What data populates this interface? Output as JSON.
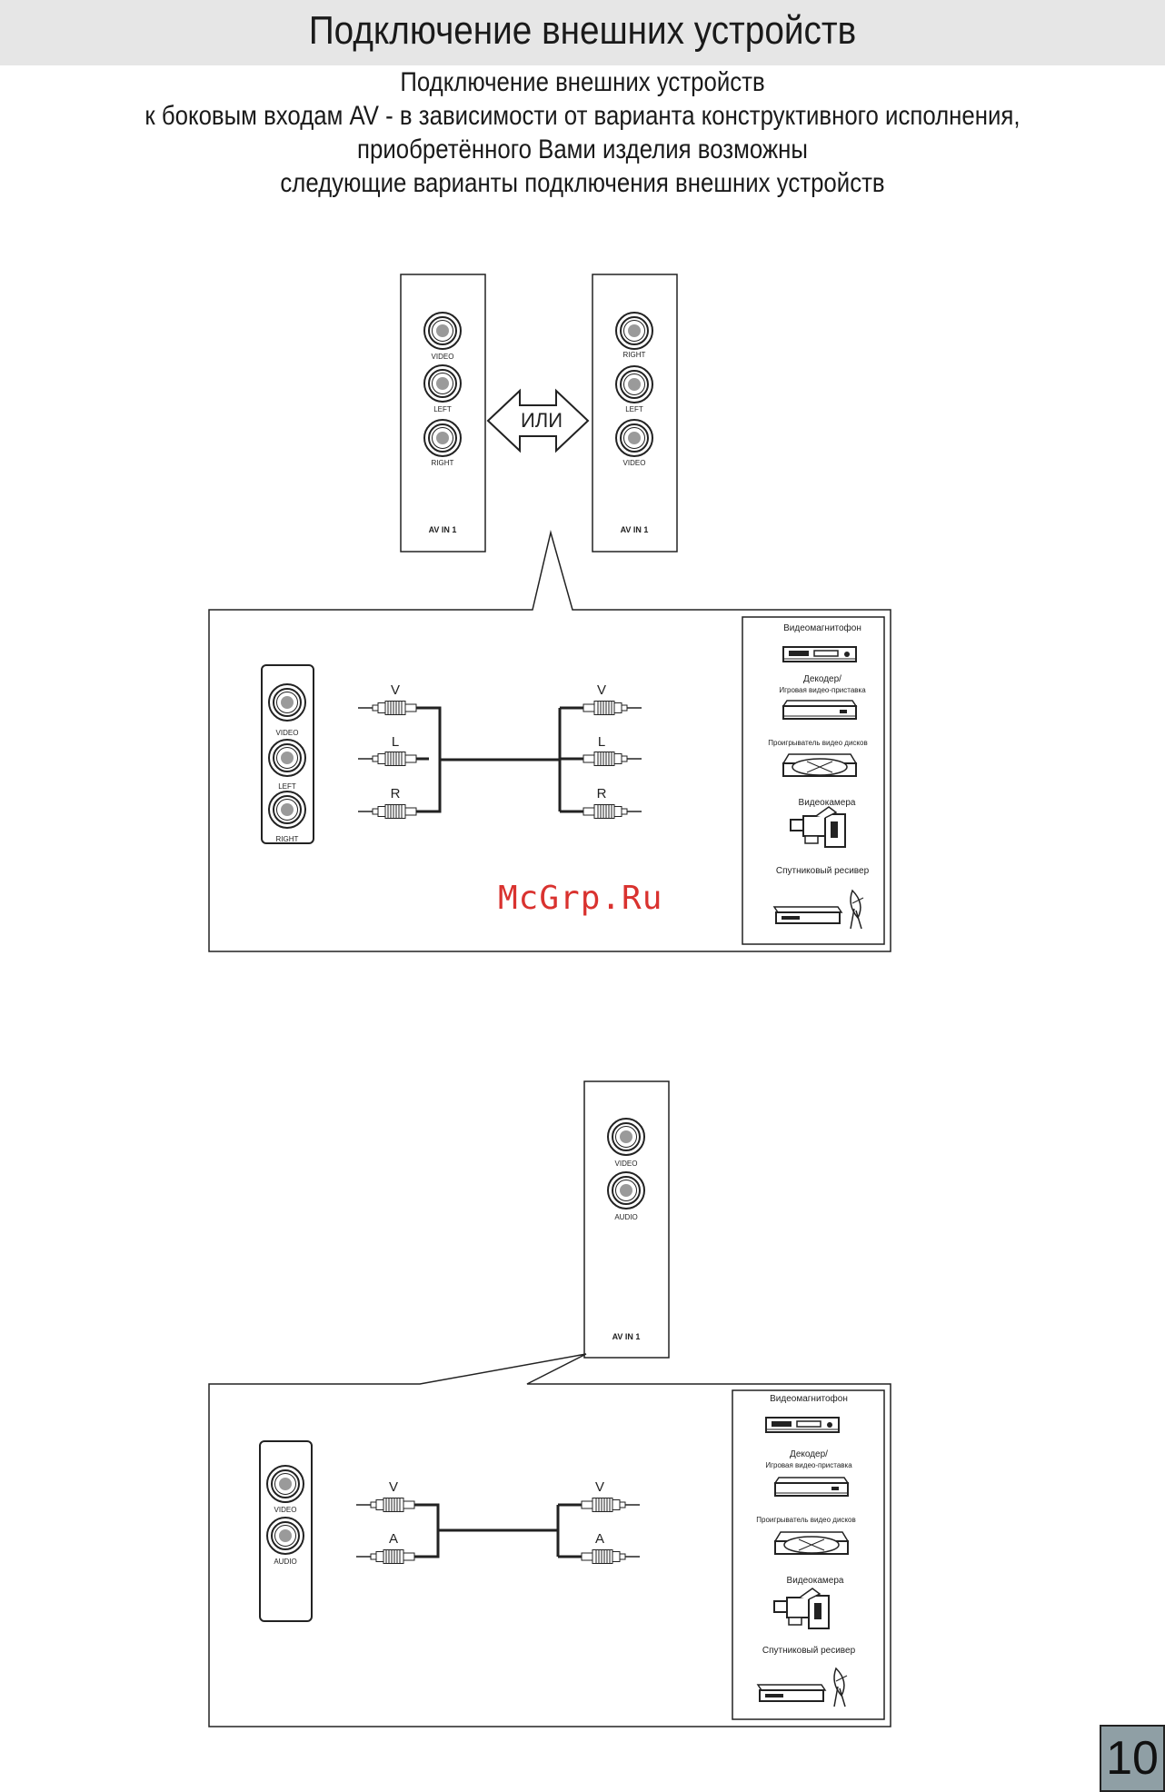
{
  "header": {
    "title": "Подключение внешних устройств"
  },
  "intro": {
    "lines": [
      "Подключение внешних устройств",
      "к боковым входам AV - в зависимости от варианта конструктивного исполнения,",
      "приобретённого Вами изделия возможны",
      "следующие варианты подключения внешних устройств"
    ]
  },
  "diagram1": {
    "panel_a": {
      "jacks": [
        "VIDEO",
        "LEFT",
        "RIGHT"
      ],
      "label": "AV IN 1"
    },
    "or_label": "ИЛИ",
    "panel_b": {
      "jacks": [
        "RIGHT",
        "LEFT",
        "VIDEO"
      ],
      "label": "AV IN 1"
    },
    "side_panel": {
      "jacks": [
        "VIDEO",
        "LEFT",
        "RIGHT"
      ]
    },
    "plugs_left": [
      "V",
      "L",
      "R"
    ],
    "plugs_right": [
      "V",
      "L",
      "R"
    ],
    "devices": [
      "Видеомагнитофон",
      "Декодер/",
      "Игровая видео-приставка",
      "Проигрыватель видео дисков",
      "Видеокамера",
      "Спутниковый ресивер"
    ]
  },
  "watermark": "McGrp.Ru",
  "diagram2": {
    "panel": {
      "jacks": [
        "VIDEO",
        "AUDIO"
      ],
      "label": "AV IN 1"
    },
    "side_panel": {
      "jacks": [
        "VIDEO",
        "AUDIO"
      ]
    },
    "plugs_left": [
      "V",
      "A"
    ],
    "plugs_right": [
      "V",
      "A"
    ],
    "devices": [
      "Видеомагнитофон",
      "Декодер/",
      "Игровая видео-приставка",
      "Проигрыватель видео дисков",
      "Видеокамера",
      "Спутниковый ресивер"
    ]
  },
  "page_number": "10"
}
